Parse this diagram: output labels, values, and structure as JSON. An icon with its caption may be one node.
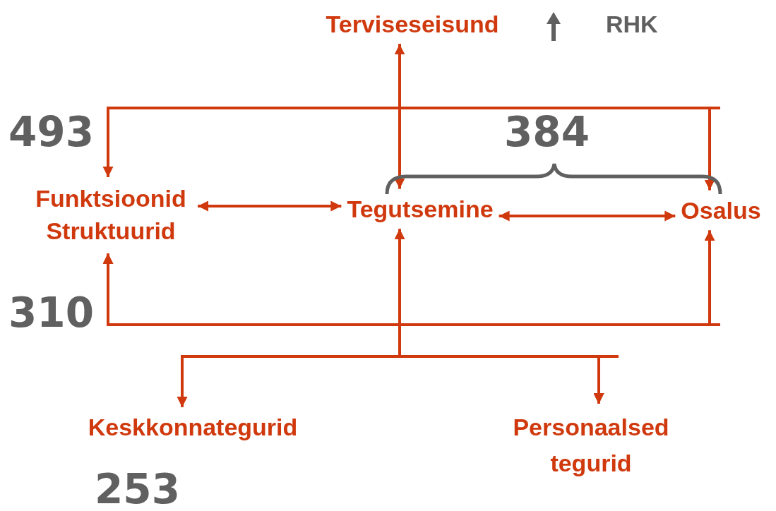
{
  "diagram": {
    "nodes": [
      {
        "text": [
          "Terviseseisund"
        ]
      },
      {
        "text": [
          "Funktsioonid Struktuurid"
        ]
      },
      {
        "text": [
          "Tegutsemine"
        ]
      },
      {
        "text": [
          "Osalus"
        ]
      },
      {
        "text": [
          "Keskkonnategurid"
        ]
      },
      {
        "text": [
          "Personaalsed tegurid"
        ]
      }
    ],
    "edges": [
      {
        "from": 0,
        "to": 2,
        "arrow": "both"
      },
      {
        "from": 0,
        "to": 1,
        "arrow": "to"
      },
      {
        "from": 0,
        "to": 3,
        "arrow": "to"
      },
      {
        "from": 1,
        "to": 2,
        "arrow": "both"
      },
      {
        "from": 2,
        "to": 3,
        "arrow": "both"
      },
      {
        "from": 4,
        "to": 1,
        "arrow": "both"
      },
      {
        "from": 4,
        "to": 2,
        "arrow": "both"
      },
      {
        "from": 4,
        "to": 3,
        "arrow": "both"
      },
      {
        "from": 5,
        "to": 1,
        "arrow": "both"
      },
      {
        "from": 5,
        "to": 2,
        "arrow": "both"
      },
      {
        "from": 5,
        "to": 3,
        "arrow": "both"
      }
    ],
    "labels": [
      "RHK",
      "493",
      "384",
      "310",
      "253"
    ]
  }
}
